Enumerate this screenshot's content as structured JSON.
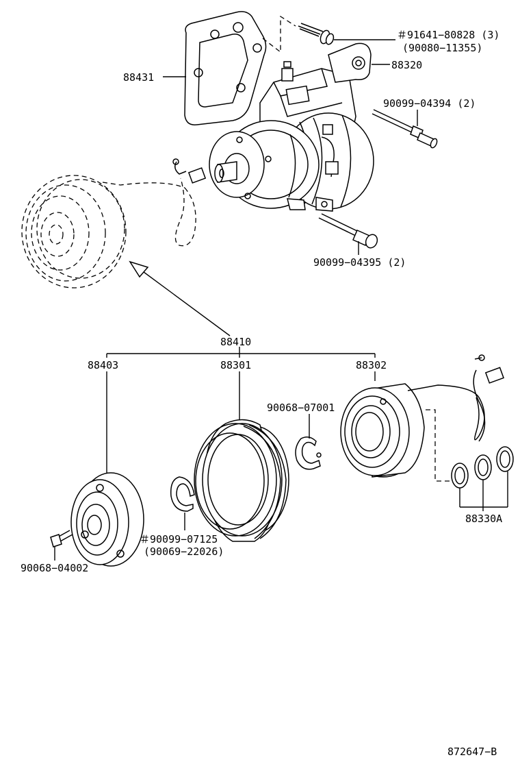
{
  "labels": {
    "p88431": "88431",
    "p91641": "＃91641−80828 (3)",
    "p90080": "(90080−11355)",
    "p88320": "88320",
    "p90099_04394": "90099−04394 (2)",
    "p90099_04395": "90099−04395 (2)",
    "p88410": "88410",
    "p88403": "88403",
    "p88301": "88301",
    "p88302": "88302",
    "p90068_07001": "90068−07001",
    "p90099_07125": "＃90099−07125",
    "p90069_22026": "(90069−22026)",
    "p90068_04002": "90068−04002",
    "p88330a": "88330A",
    "diagram_id": "872647−B"
  }
}
